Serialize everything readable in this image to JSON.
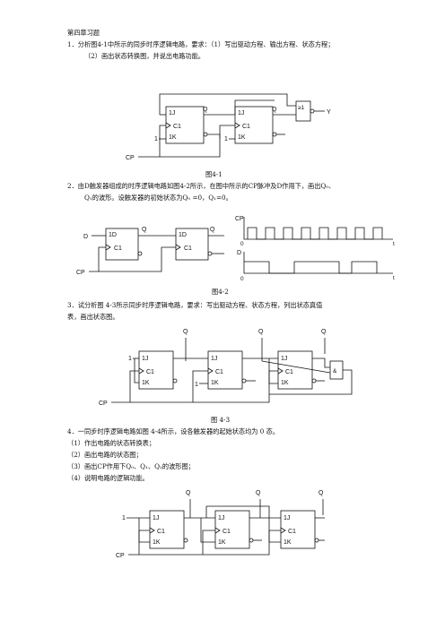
{
  "chapter_title": "第四章习题",
  "problems": [
    {
      "line1": "1．分析图4-1中所示的同步时序逻辑电路，要求：（1）写出驱动方程、输出方程、状态方程；",
      "line2": "（2）画出状态转换图，并说出电路功能。",
      "figure": "图4-1",
      "labels": {
        "q1": "Q",
        "q2": "Q",
        "y": "Y",
        "or": "≥1",
        "ff": "1J",
        "c1": "C1",
        "k": "1K",
        "one": "1",
        "cp": "CP"
      }
    },
    {
      "line1": "2．由D触发器组成的时序逻辑电路如图4-2所示，在图中所示的CP脉冲及D作用下，画出Q₀、",
      "line2": "Q₁的波形。设触发器的初始状态为Q₀ =0，Q₁=0。",
      "figure": "图4-2",
      "labels": {
        "d": "D",
        "q0": "Q",
        "q1": "Q",
        "ff_d": "1D",
        "c1": "C1",
        "cp": "CP",
        "zero": "0",
        "t": "t"
      }
    },
    {
      "line1": "3．试分析图 4-3所示同步时序逻辑电路，要求：写出驱动方程、状态方程，列出状态真值",
      "line2": "表，画出状态图。",
      "figure": "图 4-3",
      "labels": {
        "q0": "Q",
        "q1": "Q",
        "q2": "Q",
        "and": "&",
        "ff": "1J",
        "c1": "C1",
        "k": "1K",
        "one": "1",
        "cp": "CP"
      }
    },
    {
      "line1": "4．一同步时序逻辑电路如图 4-4所示，设各触发器的起始状态均为 0 态。",
      "items": [
        "（1）作出电路的状态转换表；",
        "（2）画出电路的状态图；",
        "（3）画出CP作用下Q₀、Q₁、Q₂的波形图；",
        "（4）说明电路的逻辑功能。"
      ],
      "labels": {
        "q0": "Q",
        "q1": "Q",
        "q2": "Q",
        "ff": "1J",
        "c1": "C1",
        "k": "1K",
        "one": "1",
        "cp": "CP"
      }
    }
  ]
}
